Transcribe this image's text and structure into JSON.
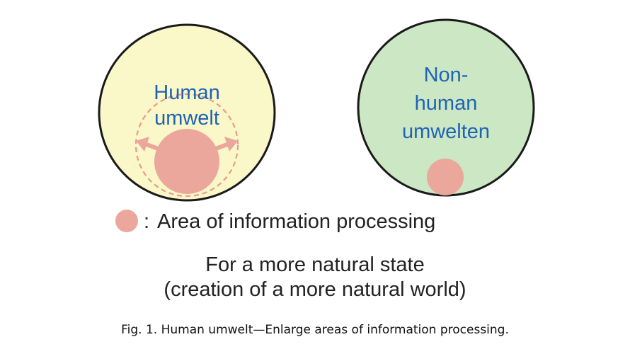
{
  "human_circle": {
    "label_line1": "Human",
    "label_line2": "umwelt"
  },
  "nonhuman_circle": {
    "label_line1": "Non-",
    "label_line2": "human",
    "label_line3": "umwelten"
  },
  "legend": {
    "colon": ":",
    "text": "Area of information processing"
  },
  "statement": {
    "line1": "For a more natural state",
    "line2": "(creation of a more natural world)"
  },
  "caption": "Fig. 1. Human umwelt—Enlarge areas of information processing.",
  "colors": {
    "human_fill": "#faf7c8",
    "nonhuman_fill": "#cce7c3",
    "outline": "#1a1a1a",
    "processing_area": "#eba79c",
    "expansion_ring": "#e99a8d",
    "label_blue": "#1f63b5"
  }
}
